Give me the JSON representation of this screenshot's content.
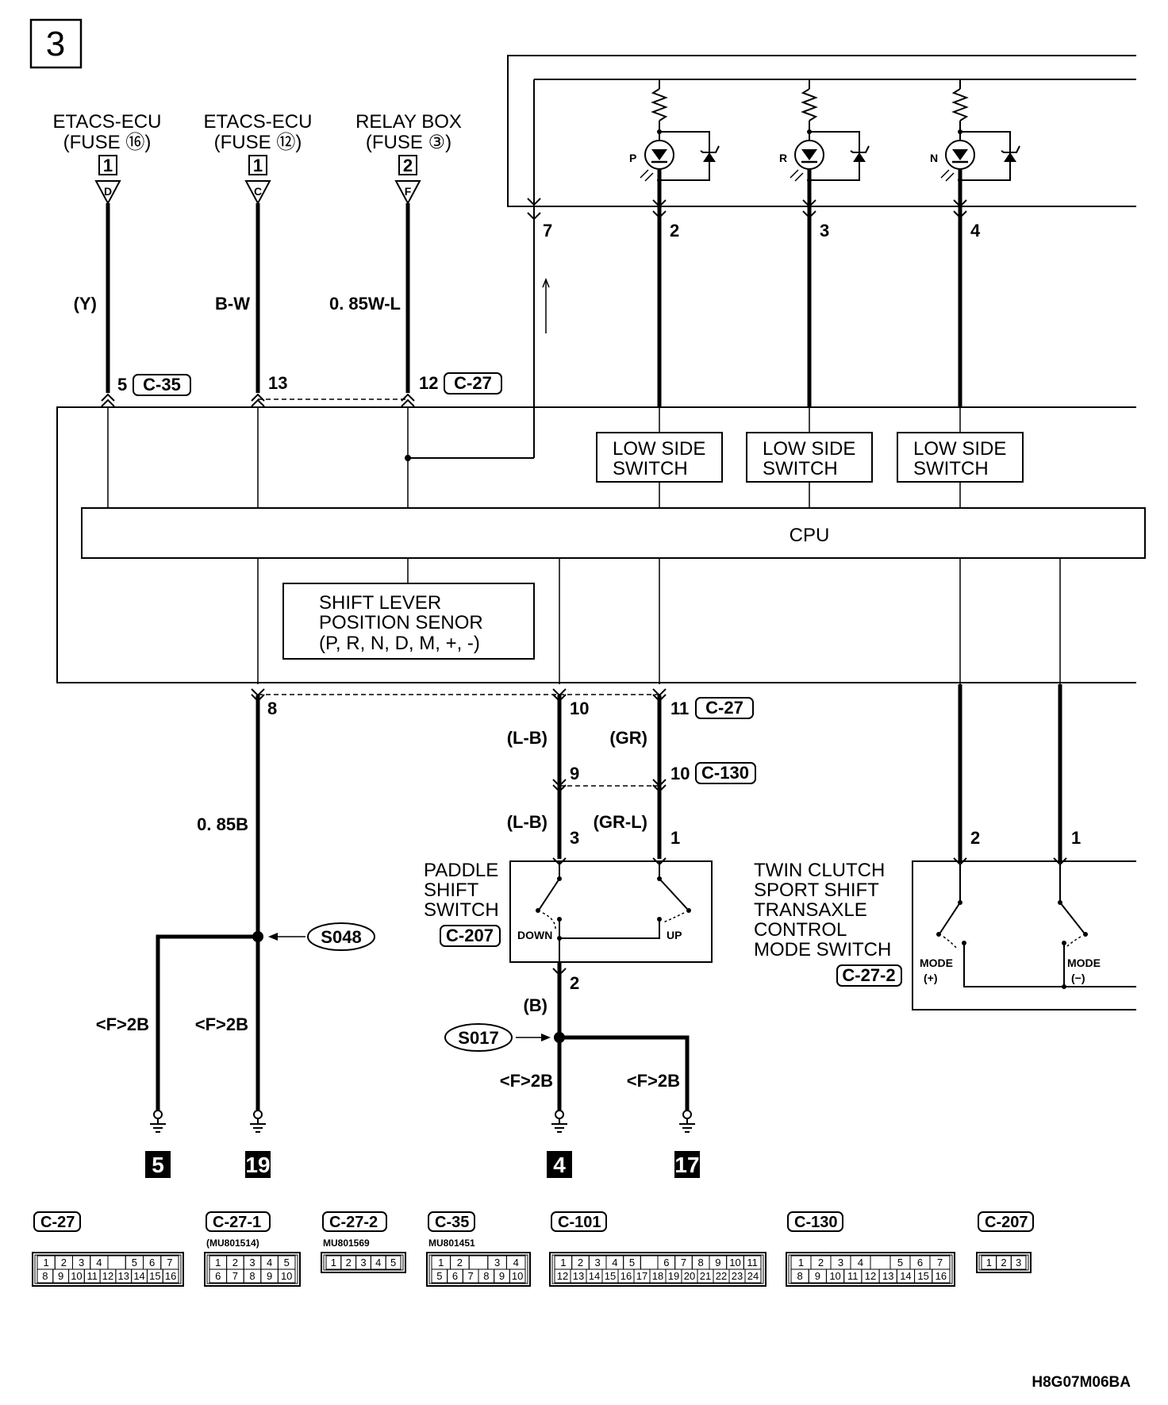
{
  "page_number": "3",
  "diagram_id": "H8G07M06BA",
  "power_sources": [
    {
      "name": "ETACS-ECU",
      "fuse": "(FUSE ⑯)",
      "box": "1",
      "terminal": "D",
      "wire": "(Y)",
      "pin": "5",
      "connector": "C-35"
    },
    {
      "name": "ETACS-ECU",
      "fuse": "(FUSE ⑫)",
      "box": "1",
      "terminal": "C",
      "wire": "B-W",
      "pin": "13"
    },
    {
      "name": "RELAY BOX",
      "fuse": "(FUSE ③)",
      "box": "2",
      "terminal": "F",
      "wire": "0. 85W-L",
      "pin": "12",
      "connector": "C-27"
    }
  ],
  "indicators": [
    {
      "letter": "P",
      "pin": "2"
    },
    {
      "letter": "R",
      "pin": "3"
    },
    {
      "letter": "N",
      "pin": "4"
    }
  ],
  "top_pin": "7",
  "low_side_switch": [
    "LOW SIDE",
    "SWITCH"
  ],
  "cpu_label": "CPU",
  "sensor_label": [
    "SHIFT LEVER",
    "POSITION SENOR",
    "(P, R, N, D, M, +, -)"
  ],
  "ground_pin": "8",
  "ground_wire": "0. 85B",
  "splice_left": "S048",
  "splice_right": "S017",
  "ground_refs": [
    "<F>2B",
    "<F>2B",
    "<F>2B",
    "<F>2B"
  ],
  "ground_numbers": [
    "5",
    "19",
    "4",
    "17"
  ],
  "paddle": {
    "pin_a": "10",
    "pin_b": "11",
    "conn_a": "C-27",
    "wire_a": "(L-B)",
    "wire_b": "(GR)",
    "pin_c": "9",
    "pin_d": "10",
    "conn_b": "C-130",
    "wire_c": "(L-B)",
    "wire_d": "(GR-L)",
    "pin_e": "3",
    "pin_f": "1",
    "label": [
      "PADDLE",
      "SHIFT",
      "SWITCH"
    ],
    "connector": "C-207",
    "down": "DOWN",
    "up": "UP",
    "out_pin": "2",
    "out_wire": "(B)"
  },
  "mode_switch": {
    "pin_a": "2",
    "pin_b": "1",
    "label": [
      "TWIN CLUTCH",
      "SPORT SHIFT",
      "TRANSAXLE",
      "CONTROL",
      "MODE SWITCH"
    ],
    "connector": "C-27-2",
    "plus": "MODE",
    "plus_sign": "(+)",
    "minus": "MODE",
    "minus_sign": "(−)"
  },
  "connectors": [
    {
      "id": "C-27",
      "part": "",
      "rows": [
        [
          "1",
          "2",
          "3",
          "4",
          "",
          "5",
          "6",
          "7"
        ],
        [
          "8",
          "9",
          "10",
          "11",
          "12",
          "13",
          "14",
          "15",
          "16"
        ]
      ]
    },
    {
      "id": "C-27-1",
      "part": "(MU801514)",
      "rows": [
        [
          "1",
          "2",
          "3",
          "4",
          "5"
        ],
        [
          "6",
          "7",
          "8",
          "9",
          "10"
        ]
      ]
    },
    {
      "id": "C-27-2",
      "part": "MU801569",
      "rows": [
        [
          "1",
          "2",
          "3",
          "4",
          "5"
        ]
      ]
    },
    {
      "id": "C-35",
      "part": "MU801451",
      "rows": [
        [
          "1",
          "2",
          "",
          "3",
          "4"
        ],
        [
          "5",
          "6",
          "7",
          "8",
          "9",
          "10"
        ]
      ]
    },
    {
      "id": "C-101",
      "part": "",
      "rows": [
        [
          "1",
          "2",
          "3",
          "4",
          "5",
          "",
          "6",
          "7",
          "8",
          "9",
          "10",
          "11"
        ],
        [
          "12",
          "13",
          "14",
          "15",
          "16",
          "17",
          "18",
          "19",
          "20",
          "21",
          "22",
          "23",
          "24"
        ]
      ]
    },
    {
      "id": "C-130",
      "part": "",
      "rows": [
        [
          "1",
          "2",
          "3",
          "4",
          "",
          "5",
          "6",
          "7"
        ],
        [
          "8",
          "9",
          "10",
          "11",
          "12",
          "13",
          "14",
          "15",
          "16"
        ]
      ]
    },
    {
      "id": "C-207",
      "part": "",
      "rows": [
        [
          "1",
          "2",
          "3"
        ]
      ]
    }
  ]
}
